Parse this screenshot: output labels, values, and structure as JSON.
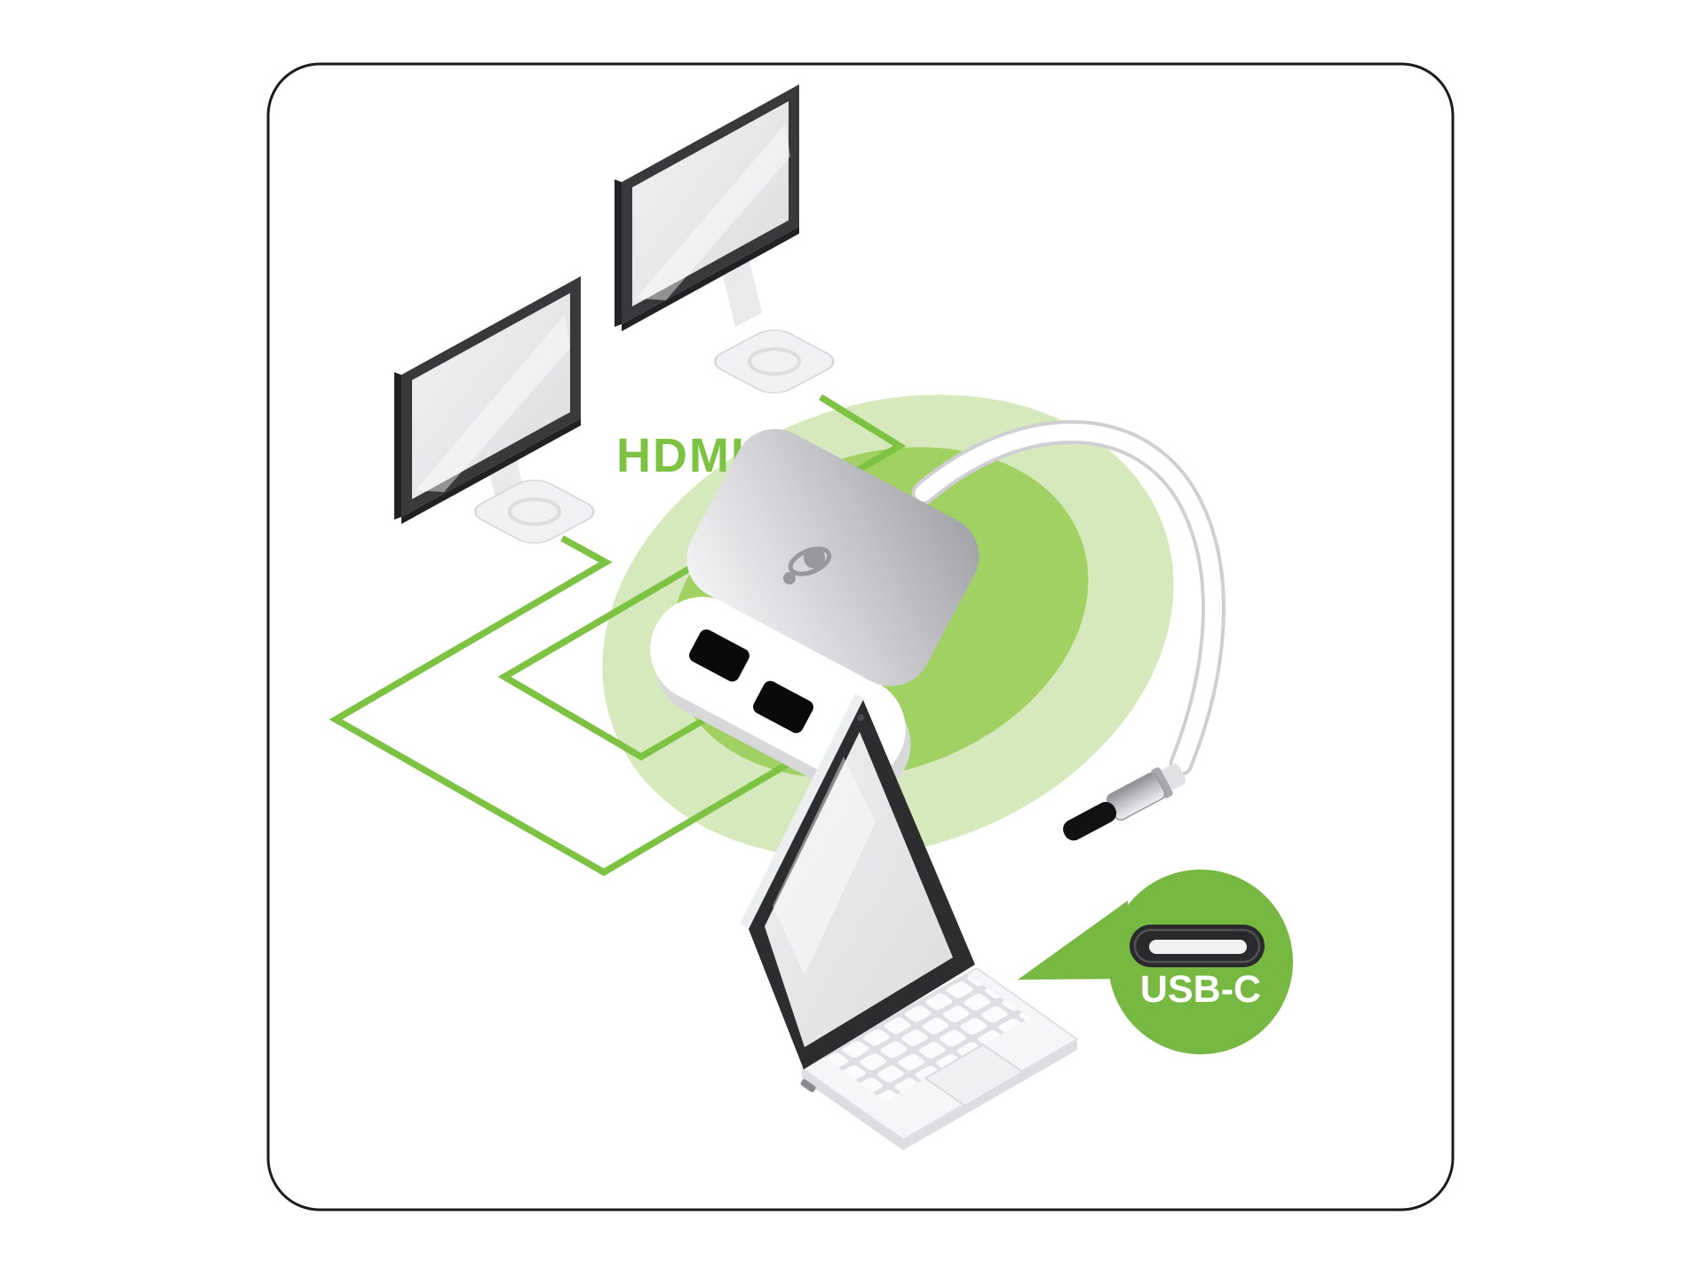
{
  "labels": {
    "hdmi": "HDMI",
    "usb_c": "USB-C"
  },
  "icons": {
    "iogear_logo": "planet-with-ring-swirl",
    "usb_c_port": "rounded-pill-with-slot",
    "monitor": "isometric-display",
    "laptop": "isometric-notebook"
  },
  "colors": {
    "accent_green": "#7dc242",
    "bubble_green": "#77b843",
    "glow_outer": "#d6e9bd",
    "glow_inner": "#a0d162",
    "line_width": "7",
    "frame_dark": "#39393b",
    "screen_gray": "#e4e4e6",
    "adapter_silver": "#c7c7cb",
    "port_black": "#0a0a0a",
    "cable_white": "#ffffff",
    "background": "#ffffff",
    "border_stroke": "#1c1c1e",
    "usbc_icon_dark": "#2a2a2c",
    "usbc_text_white": "#ffffff"
  }
}
